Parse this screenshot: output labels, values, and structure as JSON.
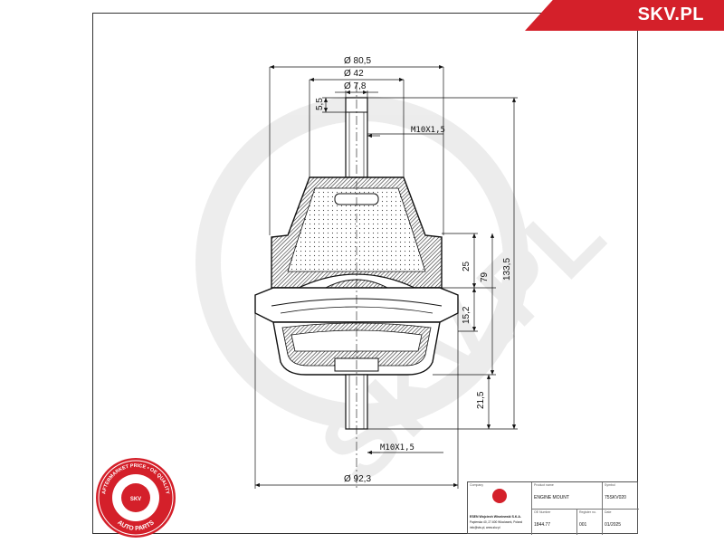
{
  "brand": {
    "label": "SKV.PL",
    "color": "#d4202a"
  },
  "dimensions": {
    "d_top_outer": "Ø 80,5",
    "d_top_mid": "Ø 42",
    "d_stud": "Ø 7,8",
    "stud_len": "5,5",
    "thread_top": "M10X1,5",
    "thread_bottom": "M10X1,5",
    "h_25": "25",
    "h_79": "79",
    "h_133": "133,5",
    "h_15": "15,2",
    "h_21": "21,5",
    "d_bottom": "Ø 92,3"
  },
  "stamp": {
    "ring_text_top": "AFTERMARKET PRICE • OE QUALITY",
    "ring_text_bottom": "AUTO PARTS",
    "center_label": "SKV",
    "color": "#d4202a"
  },
  "title_block": {
    "company_label": "Company",
    "company_name": "ESEN Wojciech Wisniewski S.K.A.",
    "company_addr": "Papierska 40, 27-600 Wloclawek, Poland",
    "company_web": "info@skv.pl, www.skv.pl",
    "product_label": "Product name",
    "product_value": "ENGINE MOUNT",
    "symbol_label": "Symbol",
    "symbol_value": "75SKV020",
    "oe_label": "OE Number",
    "oe_value": "1844.77",
    "register_label": "Register no.",
    "register_value": "001",
    "date_label": "Date",
    "date_value": "01/2025"
  }
}
